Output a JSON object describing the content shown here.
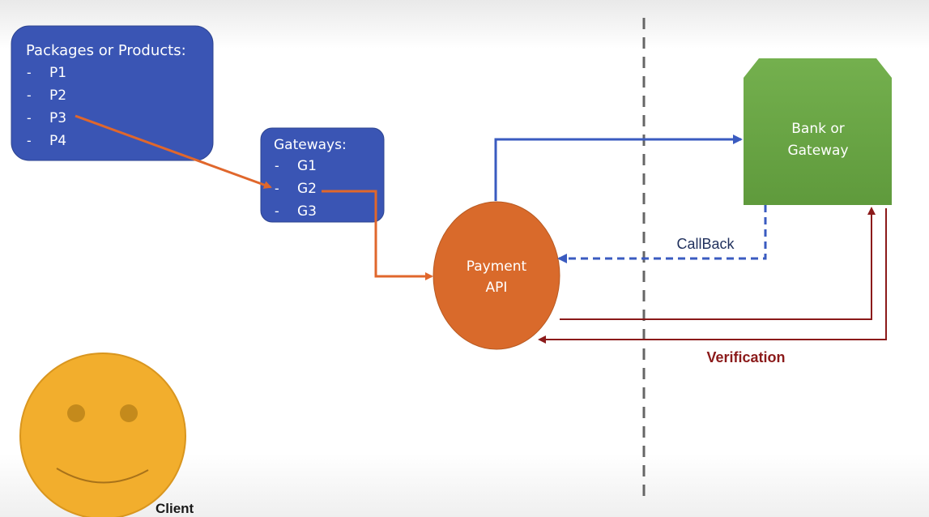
{
  "products_box": {
    "title": "Packages or Products:",
    "items": [
      {
        "dash": "-",
        "label": "P1"
      },
      {
        "dash": "-",
        "label": "P2"
      },
      {
        "dash": "-",
        "label": "P3"
      },
      {
        "dash": "-",
        "label": "P4"
      }
    ]
  },
  "gateways_box": {
    "title": "Gateways:",
    "items": [
      {
        "dash": "-",
        "label": "G1"
      },
      {
        "dash": "-",
        "label": "G2"
      },
      {
        "dash": "-",
        "label": "G3"
      }
    ]
  },
  "payment_api": {
    "line1": "Payment",
    "line2": "API"
  },
  "bank": {
    "line1": "Bank or",
    "line2": "Gateway"
  },
  "labels": {
    "callback": "CallBack",
    "verification": "Verification",
    "client": "Client"
  },
  "colors": {
    "box_blue": "#3a55b4",
    "arrow_blue": "#3a5bc0",
    "orange": "#e0672c",
    "payment_fill": "#d96a2b",
    "bank_green": "#6aa545",
    "dark_red": "#8b1a1a",
    "client_yellow": "#f2ae2d",
    "boundary_gray": "#666666"
  }
}
